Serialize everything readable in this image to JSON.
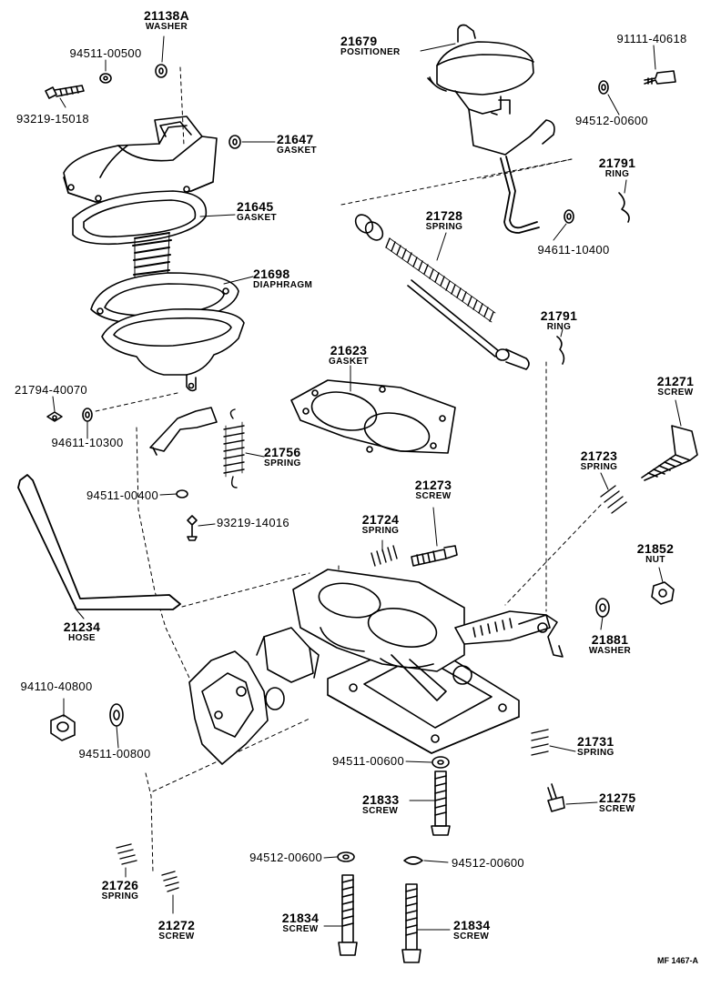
{
  "callouts": [
    {
      "id": "p21138a",
      "number": "21138A",
      "name": "WASHER"
    },
    {
      "id": "p94511_00500a",
      "number": "94511-00500",
      "name": ""
    },
    {
      "id": "p93219_15018",
      "number": "93219-15018",
      "name": ""
    },
    {
      "id": "p21647",
      "number": "21647",
      "name": "GASKET"
    },
    {
      "id": "p21645",
      "number": "21645",
      "name": "GASKET"
    },
    {
      "id": "p21698",
      "number": "21698",
      "name": "DIAPHRAGM"
    },
    {
      "id": "p21679",
      "number": "21679",
      "name": "POSITIONER"
    },
    {
      "id": "p91111_40618",
      "number": "91111-40618",
      "name": ""
    },
    {
      "id": "p94512_00600a",
      "number": "94512-00600",
      "name": ""
    },
    {
      "id": "p21791a",
      "number": "21791",
      "name": "RING"
    },
    {
      "id": "p21728",
      "number": "21728",
      "name": "SPRING"
    },
    {
      "id": "p94611_10400",
      "number": "94611-10400",
      "name": ""
    },
    {
      "id": "p21791b",
      "number": "21791",
      "name": "RING"
    },
    {
      "id": "p21623",
      "number": "21623",
      "name": "GASKET"
    },
    {
      "id": "p21794_40070",
      "number": "21794-40070",
      "name": ""
    },
    {
      "id": "p94611_10300",
      "number": "94611-10300",
      "name": ""
    },
    {
      "id": "p21756",
      "number": "21756",
      "name": "SPRING"
    },
    {
      "id": "p21271",
      "number": "21271",
      "name": "SCREW"
    },
    {
      "id": "p21723",
      "number": "21723",
      "name": "SPRING"
    },
    {
      "id": "p94511_00400",
      "number": "94511-00400",
      "name": ""
    },
    {
      "id": "p21273",
      "number": "21273",
      "name": "SCREW"
    },
    {
      "id": "p93219_14016",
      "number": "93219-14016",
      "name": ""
    },
    {
      "id": "p21724",
      "number": "21724",
      "name": "SPRING"
    },
    {
      "id": "p21852",
      "number": "21852",
      "name": "NUT"
    },
    {
      "id": "p21234",
      "number": "21234",
      "name": "HOSE"
    },
    {
      "id": "p21881",
      "number": "21881",
      "name": "WASHER"
    },
    {
      "id": "p94110_40800",
      "number": "94110-40800",
      "name": ""
    },
    {
      "id": "p94511_00800",
      "number": "94511-00800",
      "name": ""
    },
    {
      "id": "p94511_00600",
      "number": "94511-00600",
      "name": ""
    },
    {
      "id": "p21731",
      "number": "21731",
      "name": "SPRING"
    },
    {
      "id": "p21833",
      "number": "21833",
      "name": "SCREW"
    },
    {
      "id": "p21275",
      "number": "21275",
      "name": "SCREW"
    },
    {
      "id": "p94512_00600b",
      "number": "94512-00600",
      "name": ""
    },
    {
      "id": "p94512_00600c",
      "number": "94512-00600",
      "name": ""
    },
    {
      "id": "p21726",
      "number": "21726",
      "name": "SPRING"
    },
    {
      "id": "p21272",
      "number": "21272",
      "name": "SCREW"
    },
    {
      "id": "p21834a",
      "number": "21834",
      "name": "SCREW"
    },
    {
      "id": "p21834b",
      "number": "21834",
      "name": "SCREW"
    }
  ],
  "figure_ref": "MF 1467-A"
}
